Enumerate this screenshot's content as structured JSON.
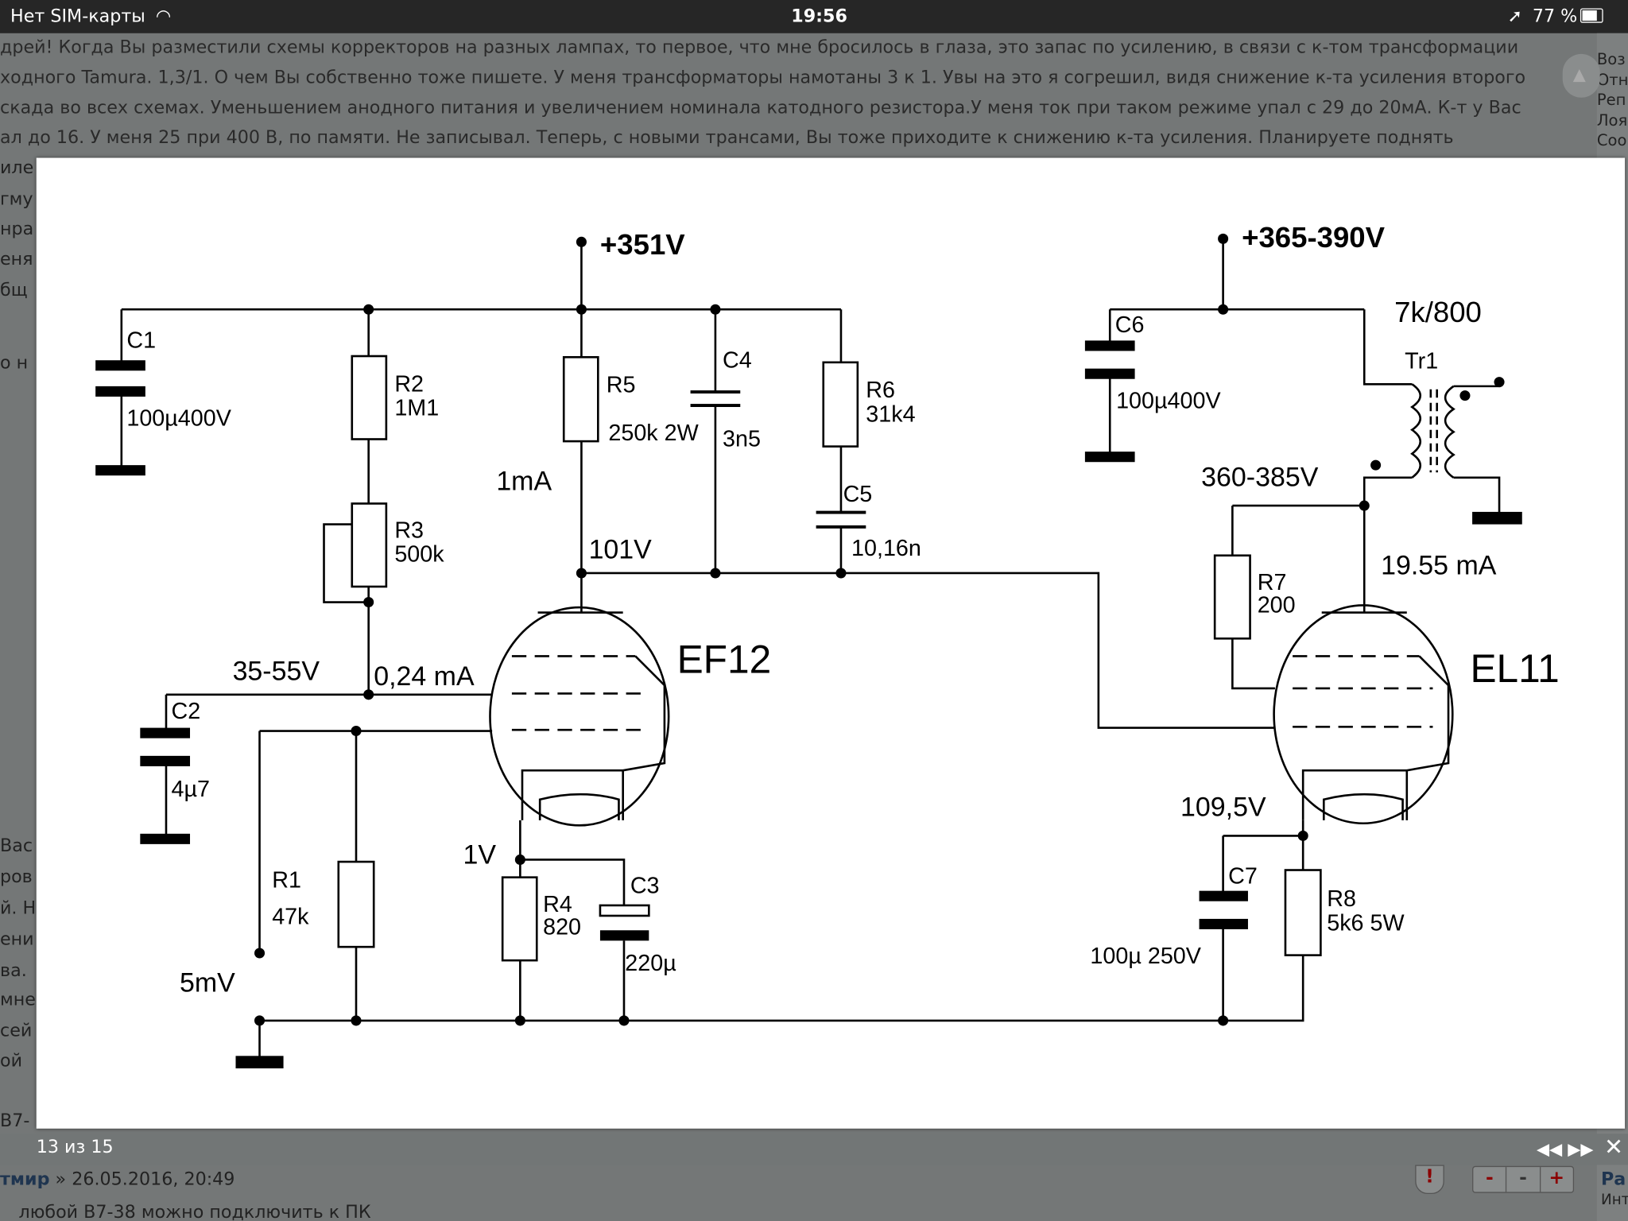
{
  "status_bar": {
    "carrier": "Нет SIM-карты",
    "time": "19:56",
    "battery": "77 %"
  },
  "background_post": {
    "lines": [
      "дрей! Когда Вы разместили схемы корректоров на разных лампах, то первое, что мне бросилось в глаза, это запас по усилению, в связи с к-том трансформации",
      "ходного Tamura. 1,3/1. О чем Вы собственно тоже пишете. У меня трансформаторы намотаны 3 к 1. Увы на это я согрешил, видя снижение к-та усиления второго",
      "скада во всех схемах. Уменьшением анодного питания и увеличением номинала катодного резистора.У меня ток при таком режиме упал с 29 до 20мА. К-т у Вас",
      "ал до 16. У меня 25 при 400 В, по памяти. Не записывал. Теперь, с новыми трансами, Вы тоже приходите к снижению к-та усиления. Планируете поднять"
    ],
    "left_fragments": [
      "иле",
      "гму",
      "нра",
      "еня",
      "бщ",
      "о н",
      "Вас",
      "ров",
      "й. Н",
      "ени",
      "ва.",
      "мне",
      "сей",
      "ой",
      "В7-"
    ],
    "right_fragments": [
      "Воз",
      "Отн",
      "Реп",
      "Лоя",
      "Соо"
    ]
  },
  "schematic": {
    "labels": {
      "v351": "+351V",
      "v365": "+365-390V",
      "c1": "C1",
      "c1v": "100µ400V",
      "r2": "R2",
      "r2v": "1M1",
      "r3": "R3",
      "r3v": "500k",
      "r5": "R5",
      "r5v": "250k 2W",
      "c4": "C4",
      "c4v": "3n5",
      "r6": "R6",
      "r6v": "31k4",
      "c5": "C5",
      "c5v": "10,16n",
      "i1": "1mA",
      "v101": "101V",
      "v3555": "35-55V",
      "i024": "0,24 mA",
      "c2": "C2",
      "c2v": "4µ7",
      "r1": "R1",
      "r1v": "47k",
      "in": "5mV",
      "v1": "1V",
      "r4": "R4",
      "r4v": "820",
      "c3": "C3",
      "c3v": "220µ",
      "ef12": "EF12",
      "c6": "C6",
      "c6v": "100µ400V",
      "tr": "7k/800",
      "tr1": "Tr1",
      "v360": "360-385V",
      "i1955": "19.55 mA",
      "r7": "R7",
      "r7v": "200",
      "el11": "EL11",
      "v1095": "109,5V",
      "c7": "C7",
      "c7v": "100µ 250V",
      "r8": "R8",
      "r8v": "5k6 5W"
    }
  },
  "viewer": {
    "counter": "13 из 15",
    "prev": "◀◀",
    "next": "▶▶",
    "close": "✕"
  },
  "next_post": {
    "author": "тмир",
    "meta": " » 26.05.2016, 20:49",
    "text": "любой В7-38 можно подключить к ПК",
    "side": "Ра",
    "side2": "Инт",
    "vote_minus": "-",
    "vote_neutral": "-",
    "vote_plus": "+",
    "report": "!"
  }
}
